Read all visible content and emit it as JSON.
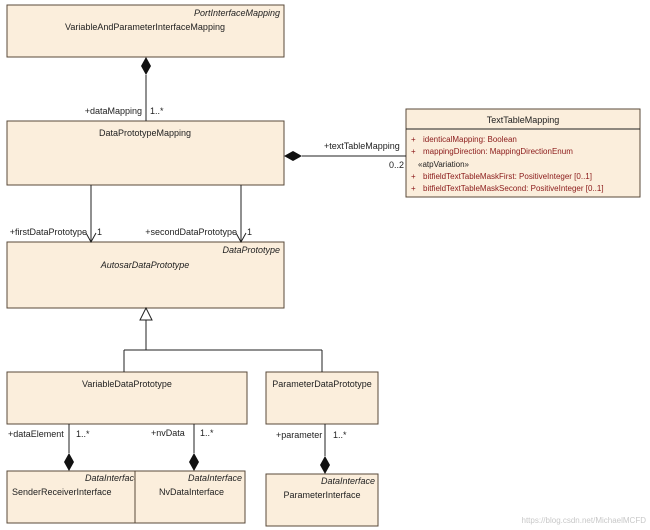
{
  "classes": {
    "vapim": {
      "stereotype": "PortInterfaceMapping",
      "name": "VariableAndParameterInterfaceMapping"
    },
    "dpm": {
      "name": "DataPrototypeMapping"
    },
    "ttm": {
      "name": "TextTableMapping",
      "attributes": [
        {
          "vis": "+",
          "text": "identicalMapping: Boolean"
        },
        {
          "vis": "+",
          "text": "mappingDirection: MappingDirectionEnum"
        }
      ],
      "variation_label": "«atpVariation»",
      "variation_attributes": [
        {
          "vis": "+",
          "text": "bitfieldTextTableMaskFirst: PositiveInteger [0..1]"
        },
        {
          "vis": "+",
          "text": "bitfieldTextTableMaskSecond: PositiveInteger [0..1]"
        }
      ]
    },
    "adp": {
      "stereotype": "DataPrototype",
      "name": "AutosarDataPrototype"
    },
    "vdp": {
      "name": "VariableDataPrototype"
    },
    "pdp": {
      "name": "ParameterDataPrototype"
    },
    "sri": {
      "stereotype": "DataInterface",
      "name": "SenderReceiverInterface"
    },
    "nvi": {
      "stereotype": "DataInterface",
      "name": "NvDataInterface"
    },
    "pi": {
      "stereotype": "DataInterface",
      "name": "ParameterInterface"
    }
  },
  "associations": {
    "data_mapping": {
      "role": "+dataMapping",
      "mult": "1..*"
    },
    "text_table_mapping": {
      "role": "+textTableMapping",
      "mult": "0..2"
    },
    "first_dp": {
      "role": "+firstDataPrototype",
      "mult": "1"
    },
    "second_dp": {
      "role": "+secondDataPrototype",
      "mult": "1"
    },
    "data_element": {
      "role": "+dataElement",
      "mult": "1..*"
    },
    "nv_data": {
      "role": "+nvData",
      "mult": "1..*"
    },
    "parameter": {
      "role": "+parameter",
      "mult": "1..*"
    }
  },
  "watermark": "https://blog.csdn.net/MichaelMCFD"
}
